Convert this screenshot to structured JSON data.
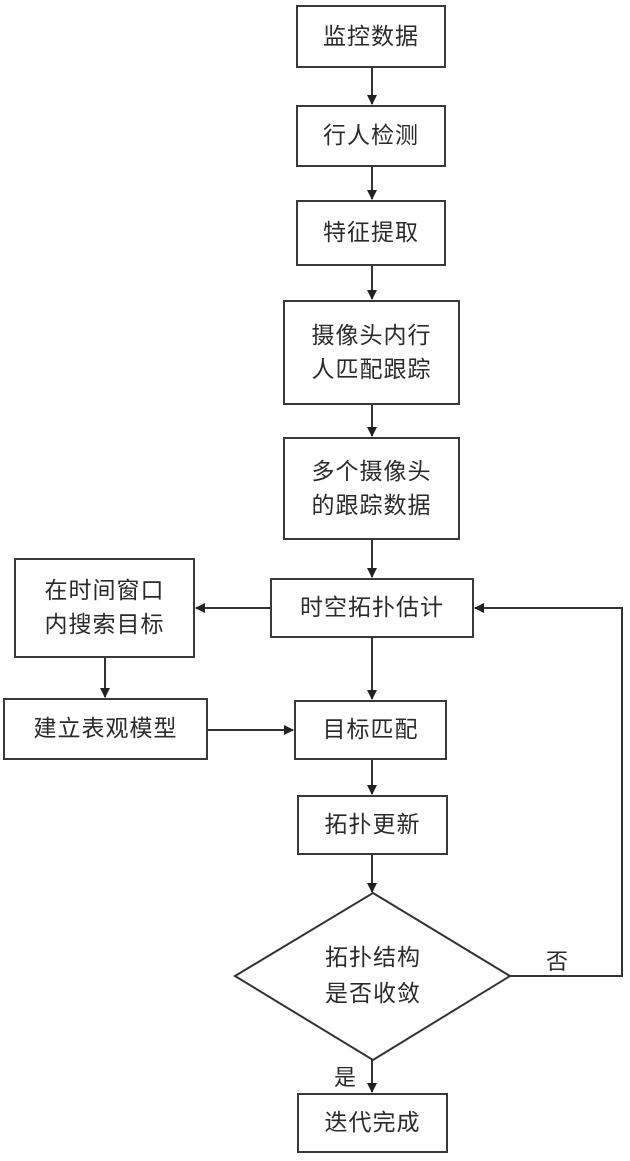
{
  "diagram": {
    "type": "flowchart",
    "nodes": {
      "monitoring_data": "监控数据",
      "pedestrian_detection": "行人检测",
      "feature_extraction": "特征提取",
      "intra_camera_tracking_line1": "摄像头内行",
      "intra_camera_tracking_line2": "人匹配跟踪",
      "multi_camera_data_line1": "多个摄像头",
      "multi_camera_data_line2": "的跟踪数据",
      "spatiotemporal_topology_estimation": "时空拓扑估计",
      "search_in_window_line1": "在时间窗口",
      "search_in_window_line2": "内搜索目标",
      "build_appearance_model": "建立表观模型",
      "target_matching": "目标匹配",
      "topology_update": "拓扑更新",
      "convergence_check_line1": "拓扑结构",
      "convergence_check_line2": "是否收敛",
      "iteration_complete": "迭代完成"
    },
    "edge_labels": {
      "no": "否",
      "yes": "是"
    },
    "edges": [
      [
        "monitoring_data",
        "pedestrian_detection"
      ],
      [
        "pedestrian_detection",
        "feature_extraction"
      ],
      [
        "feature_extraction",
        "intra_camera_tracking"
      ],
      [
        "intra_camera_tracking",
        "multi_camera_data"
      ],
      [
        "multi_camera_data",
        "spatiotemporal_topology_estimation"
      ],
      [
        "spatiotemporal_topology_estimation",
        "search_in_window"
      ],
      [
        "search_in_window",
        "build_appearance_model"
      ],
      [
        "build_appearance_model",
        "target_matching"
      ],
      [
        "spatiotemporal_topology_estimation",
        "target_matching"
      ],
      [
        "target_matching",
        "topology_update"
      ],
      [
        "topology_update",
        "convergence_check"
      ],
      [
        "convergence_check",
        "iteration_complete",
        "是"
      ],
      [
        "convergence_check",
        "spatiotemporal_topology_estimation",
        "否"
      ]
    ]
  }
}
